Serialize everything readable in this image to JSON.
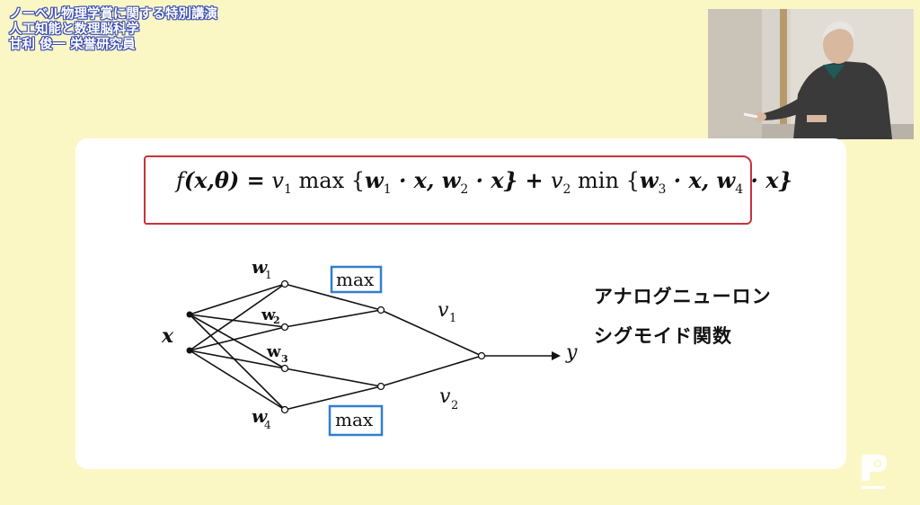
{
  "overlay": {
    "line1": "ノーベル物理学賞に関する特別講演",
    "line2": "人工知能と数理脳科学",
    "line3": "甘利 俊一  栄誉研究員"
  },
  "slide": {
    "formula": {
      "lhs": "f",
      "args": "(x,θ) =",
      "term1": "v",
      "sub1": "1",
      "max_label": " max {",
      "w1": "w",
      "w1_sub": "1",
      "dot1": " · x, ",
      "w2": "w",
      "w2_sub": "2",
      "dot2": " · x} + ",
      "term2": "v",
      "sub2": "2",
      "min_label": " min {",
      "w3": "w",
      "w3_sub": "3",
      "dot3": " · x, ",
      "w4": "w",
      "w4_sub": "4",
      "dot4": " · x}"
    },
    "diagram": {
      "input_label": "x",
      "w1_label": "w",
      "w1_sub": "1",
      "w2_label": "w",
      "w2_sub": "2",
      "w3_label": "w",
      "w3_sub": "3",
      "w4_label": "w",
      "w4_sub": "4",
      "max_top": "max",
      "max_bottom": "max",
      "v1_label": "v",
      "v1_sub": "1",
      "v2_label": "v",
      "v2_sub": "2",
      "output_label": "y"
    },
    "notes": {
      "line1": "アナログニューロン",
      "line2": "シグモイド関数"
    }
  },
  "colors": {
    "background": "#fbf7c5",
    "overlay_outline": "#3a4cb0",
    "formula_box": "#c8323c",
    "max_box": "#2f7fd0"
  }
}
